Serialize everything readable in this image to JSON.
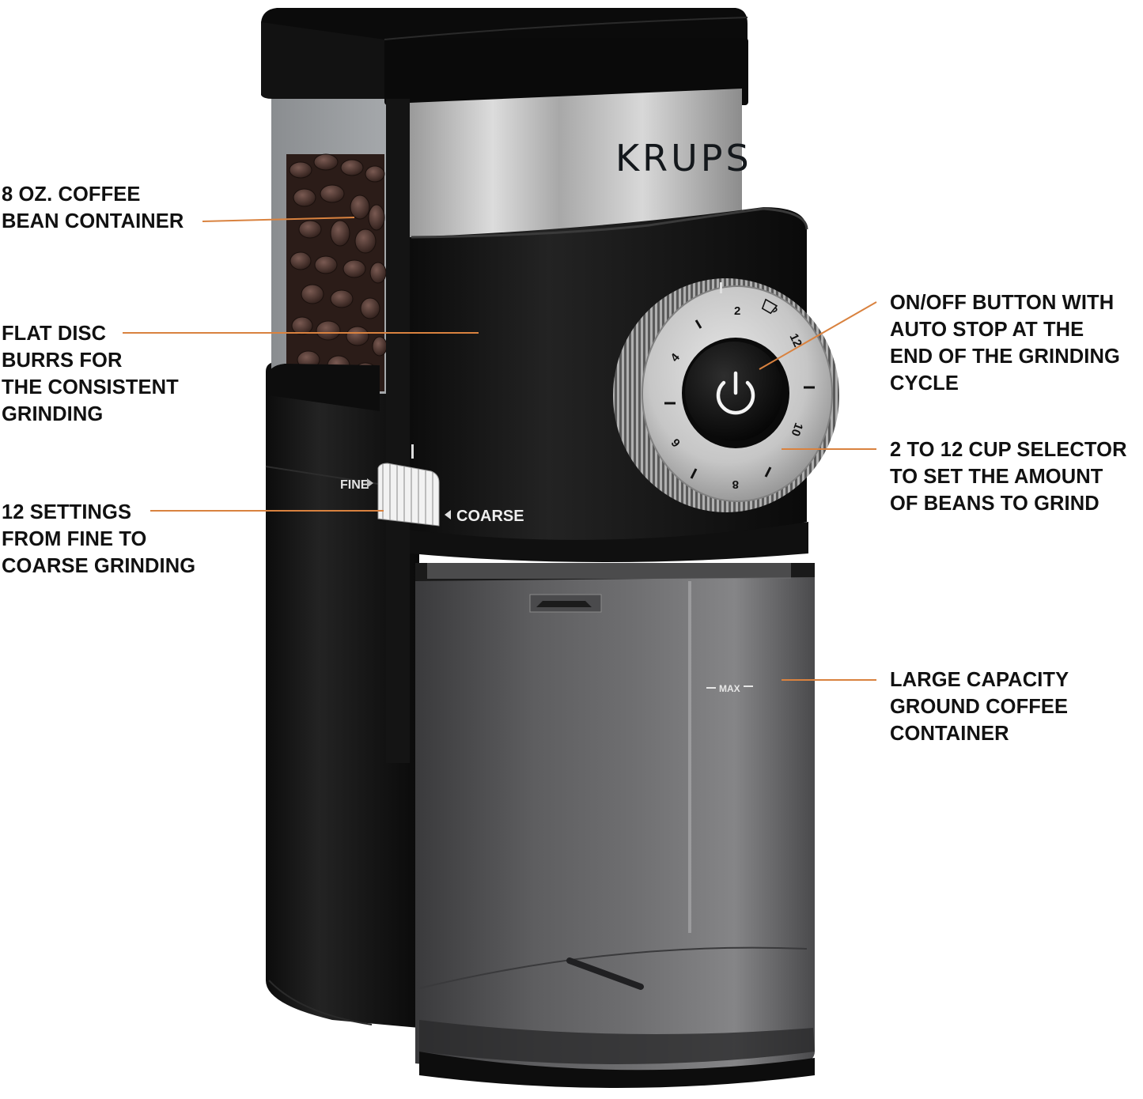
{
  "product": {
    "brand": "KRUPS",
    "type": "Flat disc burr coffee grinder",
    "grind_labels": {
      "fine": "FINE",
      "coarse": "COARSE"
    },
    "dial": {
      "numbers": [
        "2",
        "4",
        "6",
        "8",
        "10",
        "12"
      ],
      "cup_icon": "cup-icon",
      "center_icon": "power-icon"
    },
    "max_mark": "MAX"
  },
  "colors": {
    "leader_line": "#d9823f",
    "text": "#111111",
    "body": "#151515",
    "steel": "#b9b9b9"
  },
  "callouts": [
    {
      "id": "bean-container",
      "side": "left",
      "lines": [
        "8 OZ. COFFEE",
        "BEAN CONTAINER"
      ]
    },
    {
      "id": "flat-disc-burrs",
      "side": "left",
      "lines": [
        "FLAT DISC",
        "BURRS FOR",
        "THE CONSISTENT",
        "GRINDING"
      ]
    },
    {
      "id": "grind-settings",
      "side": "left",
      "lines": [
        "12 SETTINGS",
        "FROM FINE TO",
        "COARSE GRINDING"
      ]
    },
    {
      "id": "on-off-button",
      "side": "right",
      "lines": [
        "ON/OFF BUTTON WITH",
        "AUTO STOP AT THE",
        "END OF THE GRINDING",
        "CYCLE"
      ]
    },
    {
      "id": "cup-selector",
      "side": "right",
      "lines": [
        "2 TO 12 CUP SELECTOR",
        "TO SET THE AMOUNT",
        "OF BEANS TO GRIND"
      ]
    },
    {
      "id": "ground-container",
      "side": "right",
      "lines": [
        "LARGE CAPACITY",
        "GROUND COFFEE",
        "CONTAINER"
      ]
    }
  ]
}
